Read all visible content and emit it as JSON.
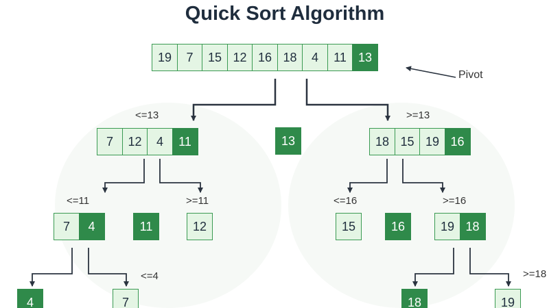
{
  "title": "Quick Sort Algorithm",
  "pivot_label": "Pivot",
  "colors": {
    "cell_fill": "#e4f5e4",
    "cell_border": "#3a9a52",
    "pivot_fill": "#2f8a4a",
    "line": "#2b3440"
  },
  "nodes": {
    "root": {
      "values": [
        "19",
        "7",
        "15",
        "12",
        "16",
        "18",
        "4",
        "11",
        "13"
      ],
      "pivot_index": 8
    },
    "left": {
      "label": "<=13",
      "values": [
        "7",
        "12",
        "4",
        "11"
      ],
      "pivot_index": 3
    },
    "mid_pivot": {
      "values": [
        "13"
      ],
      "pivot_index": 0
    },
    "right": {
      "label": ">=13",
      "values": [
        "18",
        "15",
        "19",
        "16"
      ],
      "pivot_index": 3
    },
    "ll": {
      "label": "<=11",
      "values": [
        "7",
        "4"
      ],
      "pivot_index": 1
    },
    "l_pivot": {
      "values": [
        "11"
      ],
      "pivot_index": 0
    },
    "lr": {
      "label": ">=11",
      "values": [
        "12"
      ],
      "pivot_index": -1
    },
    "rl": {
      "label": "<=16",
      "values": [
        "15"
      ],
      "pivot_index": -1
    },
    "r_pivot": {
      "values": [
        "16"
      ],
      "pivot_index": 0
    },
    "rr": {
      "label": ">=16",
      "values": [
        "19",
        "18"
      ],
      "pivot_index": 1
    },
    "lll": {
      "values": [
        "4"
      ],
      "pivot_index": 0
    },
    "llr": {
      "label": "<=4",
      "values": [
        "7"
      ],
      "pivot_index": -1
    },
    "rrl": {
      "values": [
        "18"
      ],
      "pivot_index": 0
    },
    "rrr": {
      "label": ">=18",
      "values": [
        "19"
      ],
      "pivot_index": -1
    }
  }
}
